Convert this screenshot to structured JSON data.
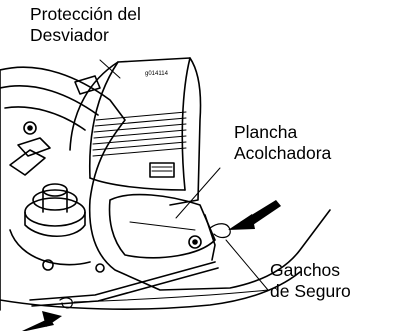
{
  "labels": {
    "deflector_guard": [
      "Protección del",
      "Desviador"
    ],
    "pad": [
      "Plancha",
      "Acolchadora"
    ],
    "hooks": [
      "Ganchos",
      "de Seguro"
    ]
  },
  "figure_code": "g014114",
  "colors": {
    "line": "#000000",
    "paper": "#ffffff"
  },
  "icons": [
    "arrow-icon",
    "arrow-icon"
  ]
}
